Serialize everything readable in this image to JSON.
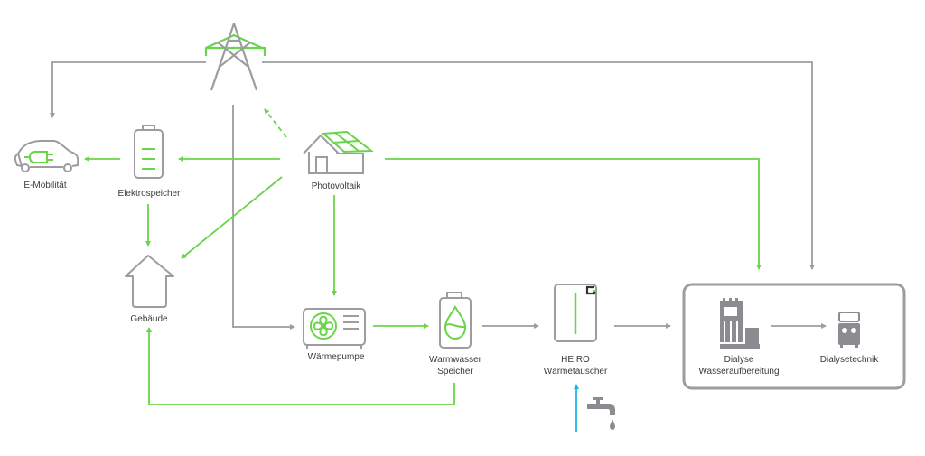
{
  "colors": {
    "gray": "#9d9ca1",
    "green": "#6ad44a",
    "blue": "#1fb4e6",
    "dark_gray": "#8c8c90",
    "text": "#3a3a3a"
  },
  "nodes": {
    "grid": {
      "label": "",
      "icon": "power-pylon-icon"
    },
    "e_mobility": {
      "label": "E-Mobilität",
      "icon": "electric-car-icon"
    },
    "battery": {
      "label": "Elektrospeicher",
      "icon": "battery-icon"
    },
    "pv": {
      "label": "Photovoltaik",
      "icon": "solar-house-icon"
    },
    "building": {
      "label": "Gebäude",
      "icon": "house-icon"
    },
    "heat_pump": {
      "label": "Wärmepumpe",
      "icon": "heat-pump-icon"
    },
    "hot_water": {
      "label_line1": "Warmwasser",
      "label_line2": "Speicher",
      "icon": "water-tank-icon"
    },
    "hero": {
      "label_line1": "HE.RO",
      "label_line2": "Wärmetauscher",
      "icon": "heat-exchanger-icon"
    },
    "tap": {
      "label": "",
      "icon": "water-tap-icon"
    },
    "dialysis_water": {
      "label_line1": "Dialyse",
      "label_line2": "Wasseraufbereitung",
      "icon": "water-treatment-icon"
    },
    "dialysis_tech": {
      "label": "Dialysetechnik",
      "icon": "dialysis-machine-icon"
    }
  },
  "connections": [
    {
      "from": "grid",
      "to": "e_mobility",
      "type": "electric-grid"
    },
    {
      "from": "grid",
      "to": "dialysis_group",
      "type": "electric-grid"
    },
    {
      "from": "grid",
      "to": "heat_pump",
      "type": "electric-grid"
    },
    {
      "from": "pv",
      "to": "grid",
      "type": "feed-in-dashed"
    },
    {
      "from": "pv",
      "to": "battery",
      "type": "solar"
    },
    {
      "from": "pv",
      "to": "building",
      "type": "solar"
    },
    {
      "from": "pv",
      "to": "heat_pump",
      "type": "solar"
    },
    {
      "from": "pv",
      "to": "dialysis_group",
      "type": "solar"
    },
    {
      "from": "battery",
      "to": "e_mobility",
      "type": "solar"
    },
    {
      "from": "battery",
      "to": "building",
      "type": "solar"
    },
    {
      "from": "heat_pump",
      "to": "hot_water",
      "type": "solar"
    },
    {
      "from": "hot_water",
      "to": "building",
      "type": "solar"
    },
    {
      "from": "hot_water",
      "to": "hero",
      "type": "water"
    },
    {
      "from": "hero",
      "to": "dialysis_group",
      "type": "water"
    },
    {
      "from": "tap",
      "to": "hero",
      "type": "cold-water"
    },
    {
      "from": "dialysis_water",
      "to": "dialysis_tech",
      "type": "water"
    }
  ]
}
